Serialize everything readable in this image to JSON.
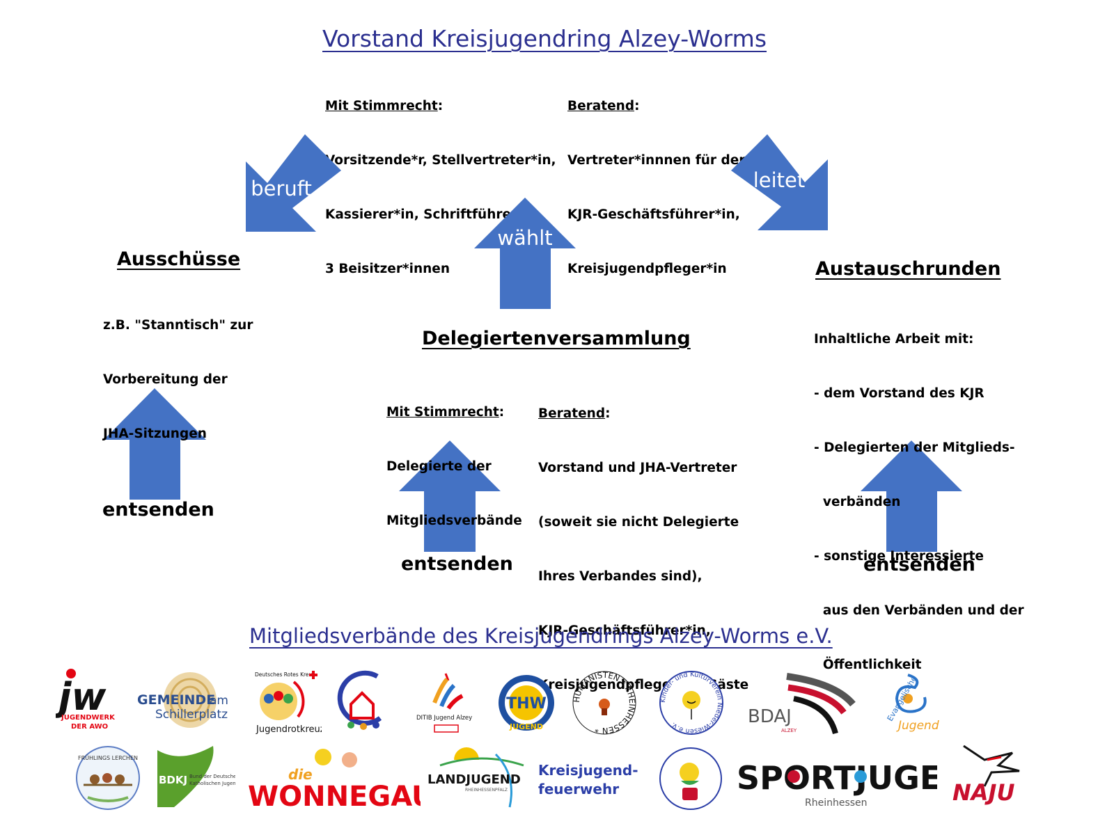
{
  "title": "Vorstand Kreisjugendring Alzey-Worms",
  "vorstand": {
    "left_label": "Mit Stimmrecht",
    "left_lines": [
      "Vorsitzende*r, Stellvertreter*in,",
      "Kassierer*in, Schriftführer*in,",
      "3 Beisitzer*innen"
    ],
    "right_label": "Beratend",
    "right_lines": [
      "Vertreter*innnen für den JHA.",
      "KJR-Geschäftsführer*in,",
      "Kreisjugendpfleger*in"
    ]
  },
  "arrows": {
    "beruft": "beruft",
    "leitet": "leitet",
    "waehlt": "wählt"
  },
  "ausschuesse": {
    "heading": "Ausschüsse",
    "lines": [
      "z.B. \"Stanntisch\" zur",
      "Vorbereitung der",
      "JHA-Sitzungen"
    ]
  },
  "delegierten": {
    "heading": "Delegiertenversammlung",
    "left_label": "Mit Stimmrecht",
    "left_lines": [
      "Delegierte der",
      "Mitgliedsverbände"
    ],
    "right_label": "Beratend",
    "right_lines": [
      "Vorstand und JHA-Vertreter",
      "(soweit sie nicht Delegierte",
      "Ihres Verbandes sind),",
      "KJR-Geschäftsführer*in,",
      "Kreisjugendpfleger*in, Gäste"
    ]
  },
  "austausch": {
    "heading": "Austauschrunden",
    "lines": [
      "Inhaltliche Arbeit mit:",
      "- dem Vorstand des KJR",
      "- Delegierten der Mitglieds-",
      "  verbänden",
      "- sonstige Interessierte",
      "  aus den Verbänden und der",
      "  Öffentlichkeit"
    ]
  },
  "entsenden": {
    "left": "entsenden",
    "center": "entsenden",
    "right": "entsenden"
  },
  "members_title": "Mitgliedsverbände des Kreisjugendrings Alzey-Worms e.V.",
  "logos": {
    "jw": {
      "big": "jw",
      "line1": "JUGENDWERK",
      "line2": "DER AWO"
    },
    "gemeinde": {
      "line1": "GEMEINDE",
      "line1b": "am",
      "line2": "Schillerplatz"
    },
    "drk": {
      "top": "Deutsches Rotes Kreuz",
      "bottom": "Jugendrotkreuz"
    },
    "ditib": {
      "text": "DITIB Jugend Alzey"
    },
    "thw": {
      "letters": "THW",
      "bottom": "JUGEND"
    },
    "humanisten": {
      "text": "HUMANISTEN * RHEINHESSEN *"
    },
    "kinder": {
      "text": "Kinder- und Kulturverein Nieder-Wiesen e.V."
    },
    "bdaj": {
      "text": "BDAJ",
      "sub": "ALZEY"
    },
    "evangelische": {
      "line1": "Evangelische",
      "line2": "Jugend"
    },
    "fruehlingslerchen": {
      "text": "FRÜHLINGS LERCHEN"
    },
    "bdkj": {
      "abbr": "BDKJ",
      "line1": "Bund der Deutschen",
      "line2": "Katholischen Jugend"
    },
    "wonnegauner": {
      "small": "die",
      "big": "WONNEGAUNER"
    },
    "landjugend": {
      "big": "LANDJUGEND",
      "sub": "RHEINHESSENPFALZ"
    },
    "feuerwehr": {
      "line1": "Kreisjugend-",
      "line2": "feuerwehr"
    },
    "sportjugend": {
      "big": "SPORTJUGEND",
      "sub": "Rheinhessen"
    },
    "naju": {
      "text": "NAJU"
    }
  },
  "colors": {
    "arrow": "#4472c4",
    "title": "#2b2f8f",
    "drk_red": "#e30613",
    "thw_blue": "#1e4fa0",
    "thw_yellow": "#f5c400",
    "bdkj_green": "#5aa02c"
  }
}
